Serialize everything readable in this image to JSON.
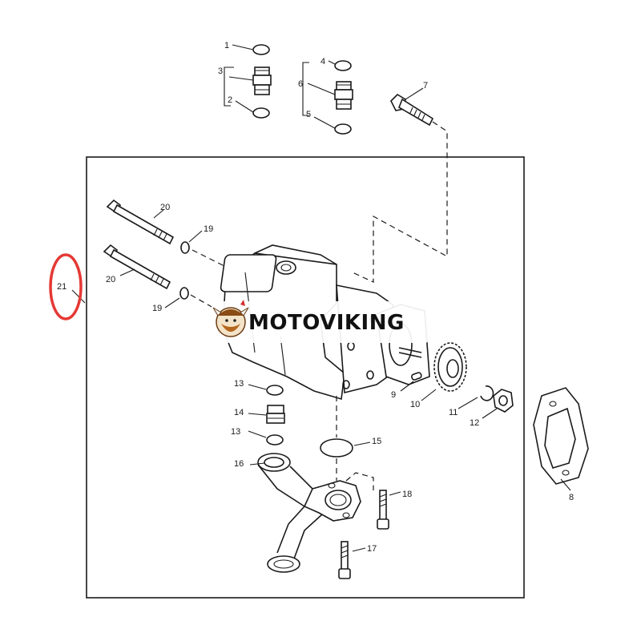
{
  "brand": {
    "name": "MOTOVIKING",
    "icon": "viking-mascot-icon"
  },
  "callouts": {
    "c1": "1",
    "c2": "2",
    "c3": "3",
    "c4": "4",
    "c5": "5",
    "c6": "6",
    "c7": "7",
    "c8": "8",
    "c9": "9",
    "c10": "10",
    "c11": "11",
    "c12": "12",
    "c13a": "13",
    "c13b": "13",
    "c14": "14",
    "c15": "15",
    "c16": "16",
    "c17": "17",
    "c18": "18",
    "c19a": "19",
    "c19b": "19",
    "c20a": "20",
    "c20b": "20",
    "c21": "21"
  },
  "highlight": {
    "target": "21",
    "color": "#e53935"
  }
}
